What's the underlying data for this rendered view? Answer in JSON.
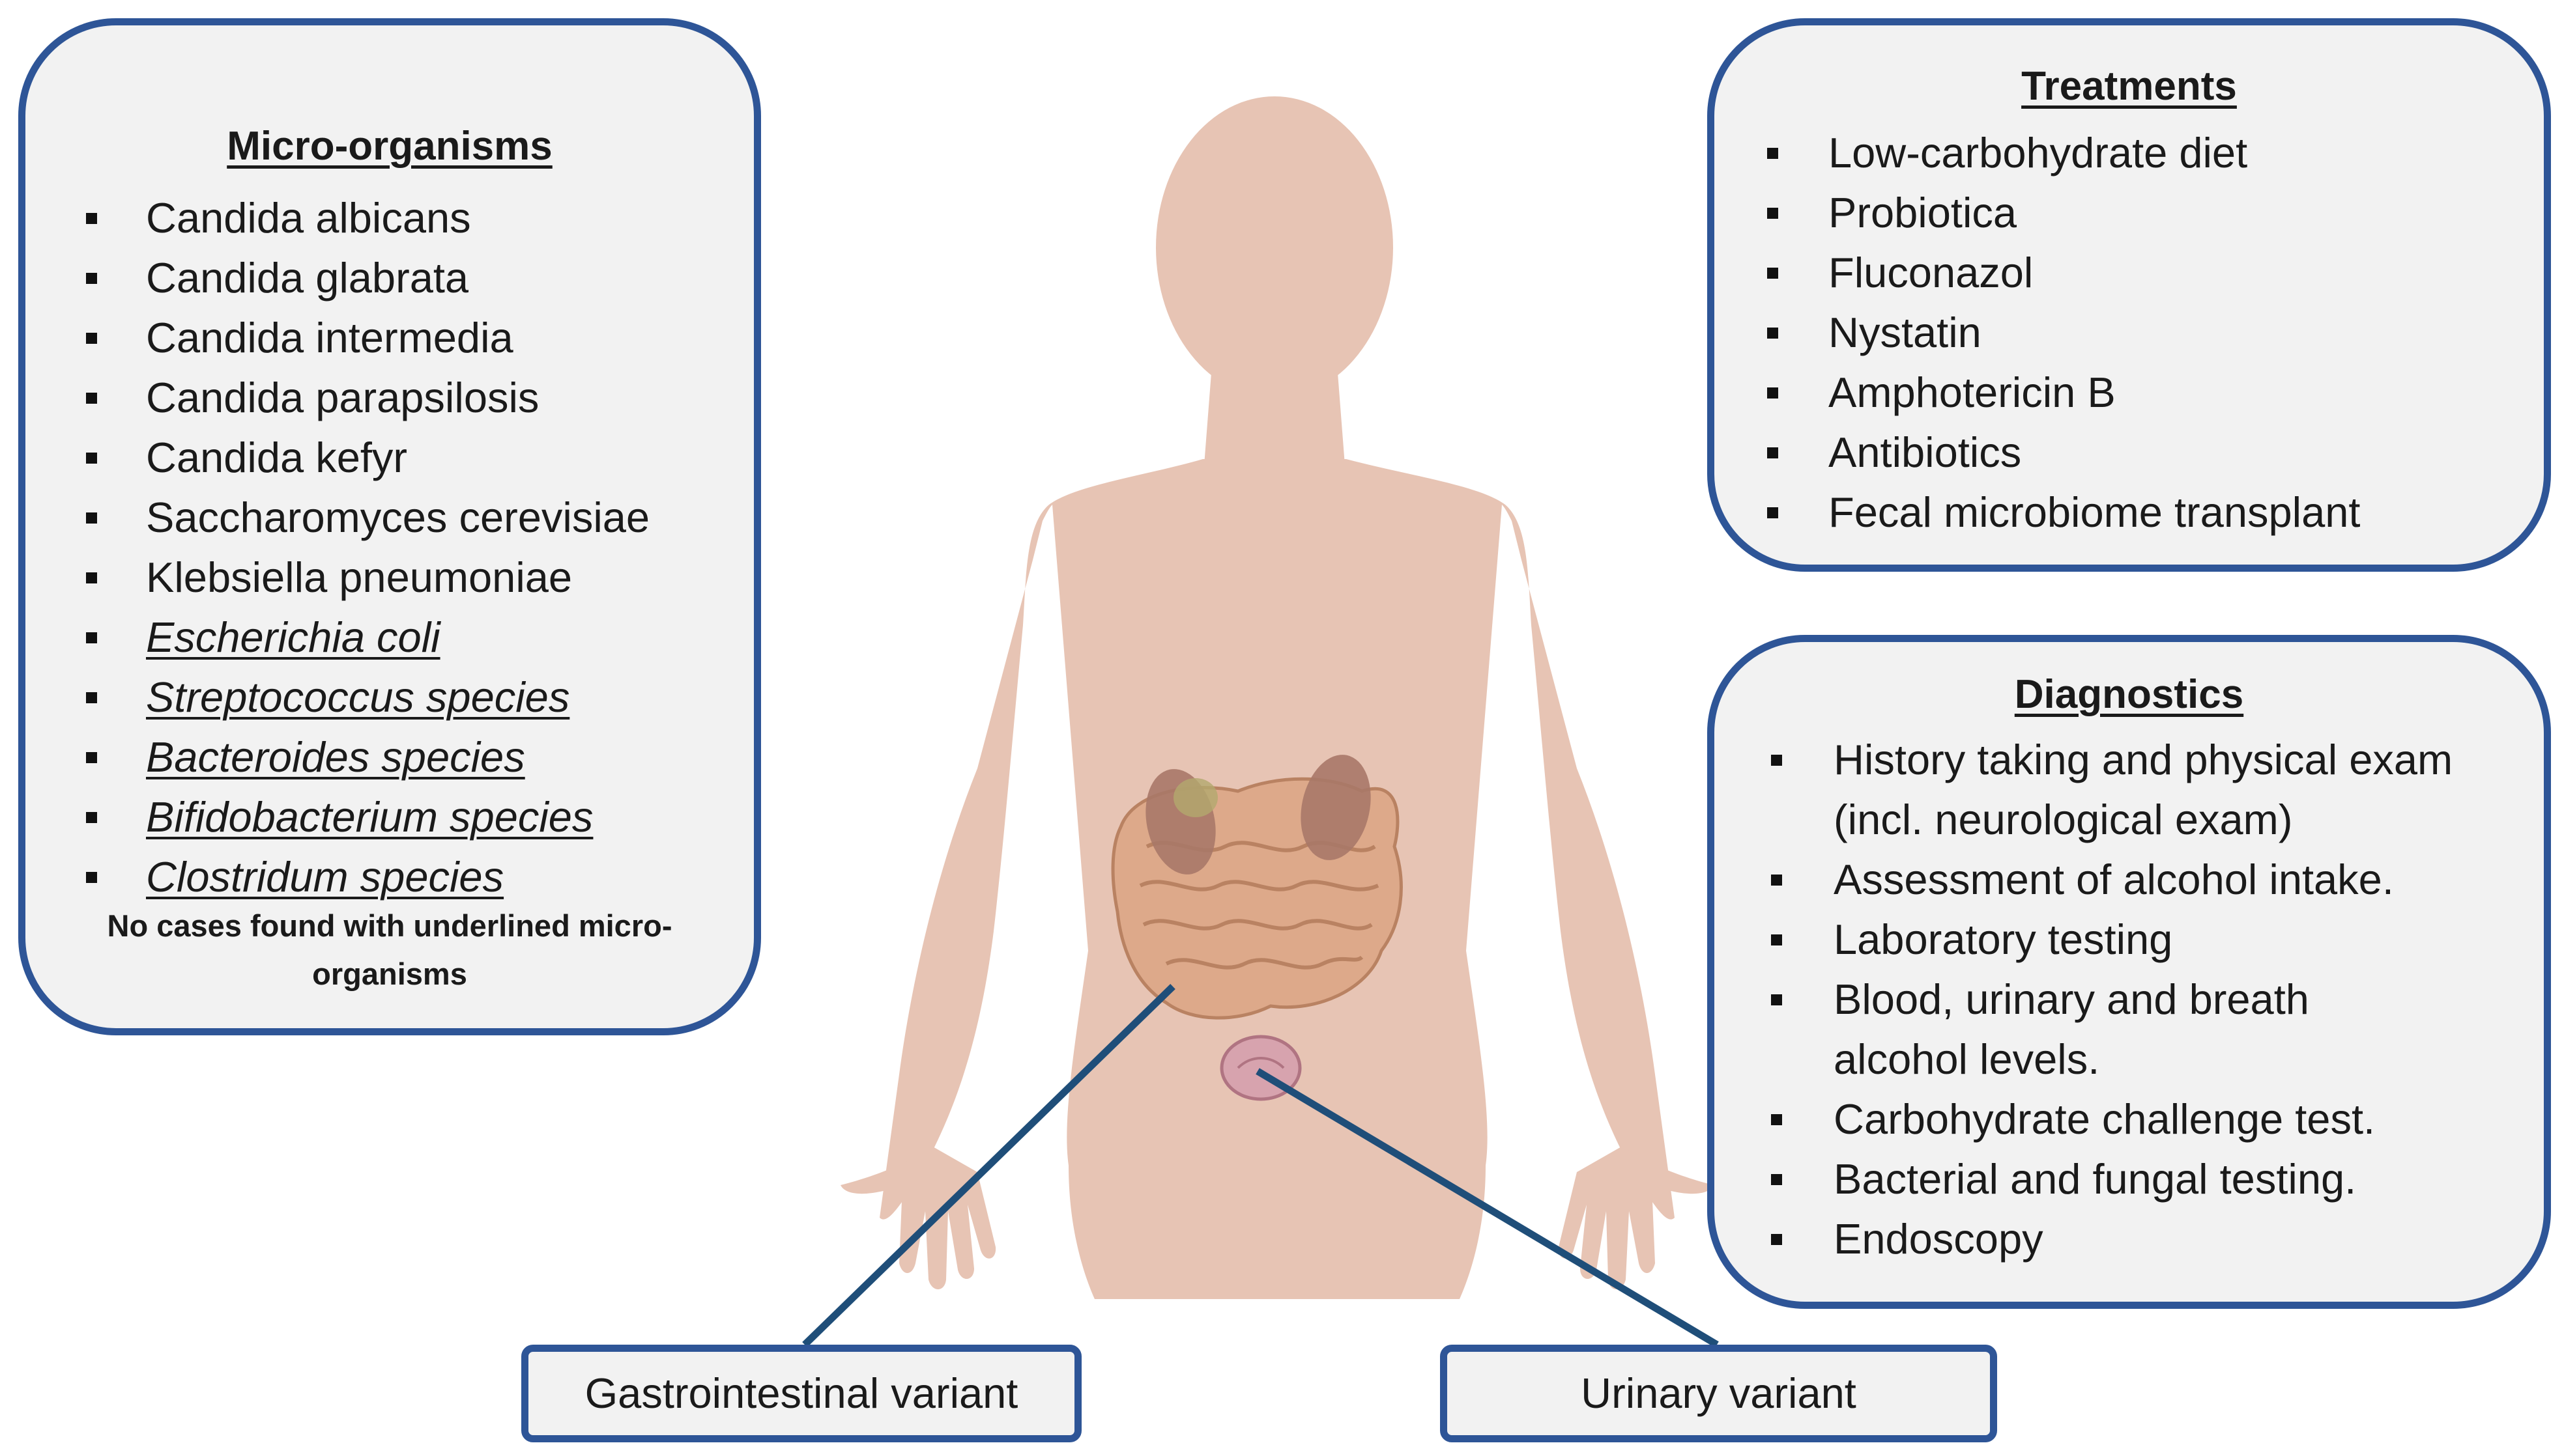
{
  "micro_organisms": {
    "title": "Micro-organisms",
    "items": [
      {
        "label": "Candida albicans",
        "underlined": false
      },
      {
        "label": "Candida glabrata",
        "underlined": false
      },
      {
        "label": "Candida intermedia",
        "underlined": false
      },
      {
        "label": "Candida parapsilosis",
        "underlined": false
      },
      {
        "label": "Candida kefyr",
        "underlined": false
      },
      {
        "label": "Saccharomyces cerevisiae",
        "underlined": false
      },
      {
        "label": "Klebsiella pneumoniae",
        "underlined": false
      },
      {
        "label": "Escherichia coli",
        "underlined": true
      },
      {
        "label": "Streptococcus species",
        "underlined": true
      },
      {
        "label": "Bacteroides species",
        "underlined": true
      },
      {
        "label": "Bifidobacterium species",
        "underlined": true
      },
      {
        "label": "Clostridum species",
        "underlined": true
      }
    ],
    "note_line1": "No cases found with underlined micro-",
    "note_line2": "organisms"
  },
  "treatments": {
    "title": "Treatments",
    "items": [
      "Low-carbohydrate diet",
      "Probiotica",
      "Fluconazol",
      "Nystatin",
      "Amphotericin B",
      "Antibiotics",
      "Fecal microbiome transplant"
    ]
  },
  "diagnostics": {
    "title": "Diagnostics",
    "items": [
      {
        "line1": "History taking and physical exam",
        "line2": "(incl. neurological exam)"
      },
      {
        "line1": "Assessment of alcohol intake.",
        "line2": ""
      },
      {
        "line1": "Laboratory testing",
        "line2": ""
      },
      {
        "line1": "Blood, urinary and breath",
        "line2": "alcohol levels."
      },
      {
        "line1": "Carbohydrate challenge test.",
        "line2": ""
      },
      {
        "line1": "Bacterial and fungal testing.",
        "line2": ""
      },
      {
        "line1": "Endoscopy",
        "line2": ""
      }
    ]
  },
  "variants": {
    "gastrointestinal": "Gastrointestinal variant",
    "urinary": "Urinary variant"
  },
  "colors": {
    "panel_border": "#2e5597",
    "panel_fill": "#f2f2f2",
    "body_skin": "#e7c4b4",
    "connector": "#1f4e79"
  },
  "icons": {
    "body": "human-silhouette-icon",
    "intestines": "intestines-icon",
    "kidneys": "kidney-icon",
    "bladder": "bladder-icon"
  }
}
